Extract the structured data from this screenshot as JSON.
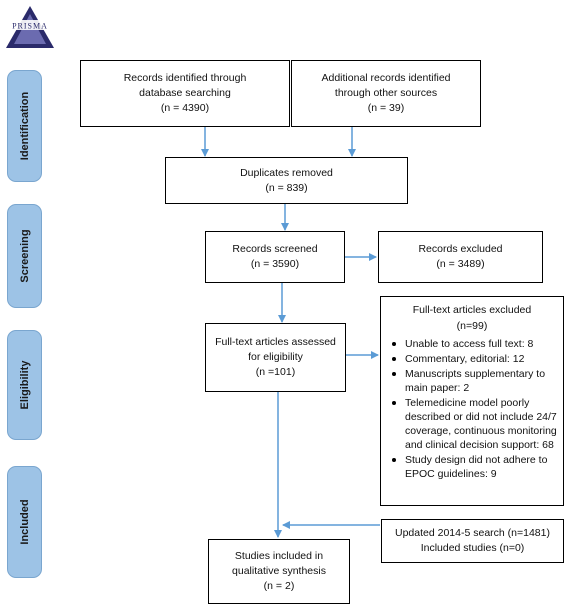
{
  "logo": {
    "text": "PRISMA"
  },
  "phases": {
    "identification": "Identification",
    "screening": "Screening",
    "eligibility": "Eligibility",
    "included": "Included"
  },
  "boxes": {
    "db_search": {
      "line1": "Records identified through",
      "line2": "database searching",
      "line3": "(n = 4390)"
    },
    "other_sources": {
      "line1": "Additional records identified",
      "line2": "through other sources",
      "line3": "(n = 39)"
    },
    "duplicates": {
      "line1": "Duplicates removed",
      "line2": "(n = 839)"
    },
    "screened": {
      "line1": "Records screened",
      "line2": "(n = 3590)"
    },
    "excluded": {
      "line1": "Records excluded",
      "line2": "(n = 3489)"
    },
    "fulltext": {
      "line1": "Full-text articles assessed",
      "line2": "for eligibility",
      "line3": "(n =101)"
    },
    "fulltext_excluded": {
      "title": "Full-text articles excluded",
      "count": "(n=99)",
      "reasons": [
        "Unable to access full text: 8",
        "Commentary, editorial: 12",
        "Manuscripts supplementary to main paper: 2",
        "Telemedicine model poorly described or did not include 24/7 coverage, continuous monitoring and clinical decision support: 68",
        "Study design did not adhere to EPOC guidelines: 9"
      ]
    },
    "updated_search": {
      "line1": "Updated 2014-5 search (n=1481)",
      "line2": "Included studies (n=0)"
    },
    "included": {
      "line1": "Studies included in",
      "line2": "qualitative synthesis",
      "line3": "(n = 2)"
    }
  },
  "colors": {
    "phase_fill": "#9dc3e6",
    "arrow": "#5b9bd5",
    "box_border": "#000000"
  }
}
